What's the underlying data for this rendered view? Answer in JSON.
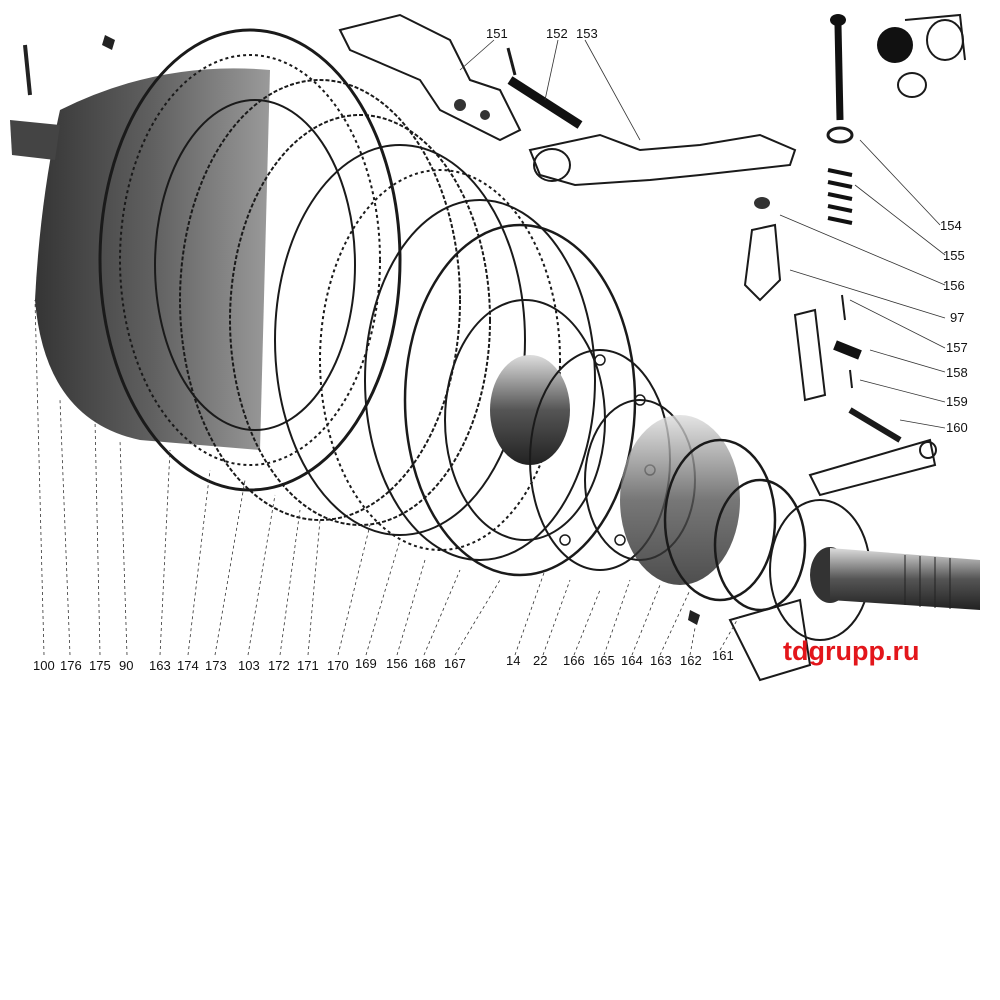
{
  "watermark": "tdgrupp.ru",
  "labels": {
    "bottom": [
      "100",
      "176",
      "175",
      "90",
      "163",
      "174",
      "173",
      "103",
      "172",
      "171",
      "170",
      "169",
      "156",
      "168",
      "167",
      "14",
      "22",
      "166",
      "165",
      "164",
      "163",
      "162",
      "161"
    ],
    "top": [
      "151",
      "152",
      "153"
    ],
    "right": [
      "154",
      "155",
      "156",
      "97",
      "157",
      "158",
      "159",
      "160"
    ]
  },
  "colors": {
    "ink": "#1a1a1a",
    "watermark": "#e3161b",
    "background": "#ffffff"
  }
}
